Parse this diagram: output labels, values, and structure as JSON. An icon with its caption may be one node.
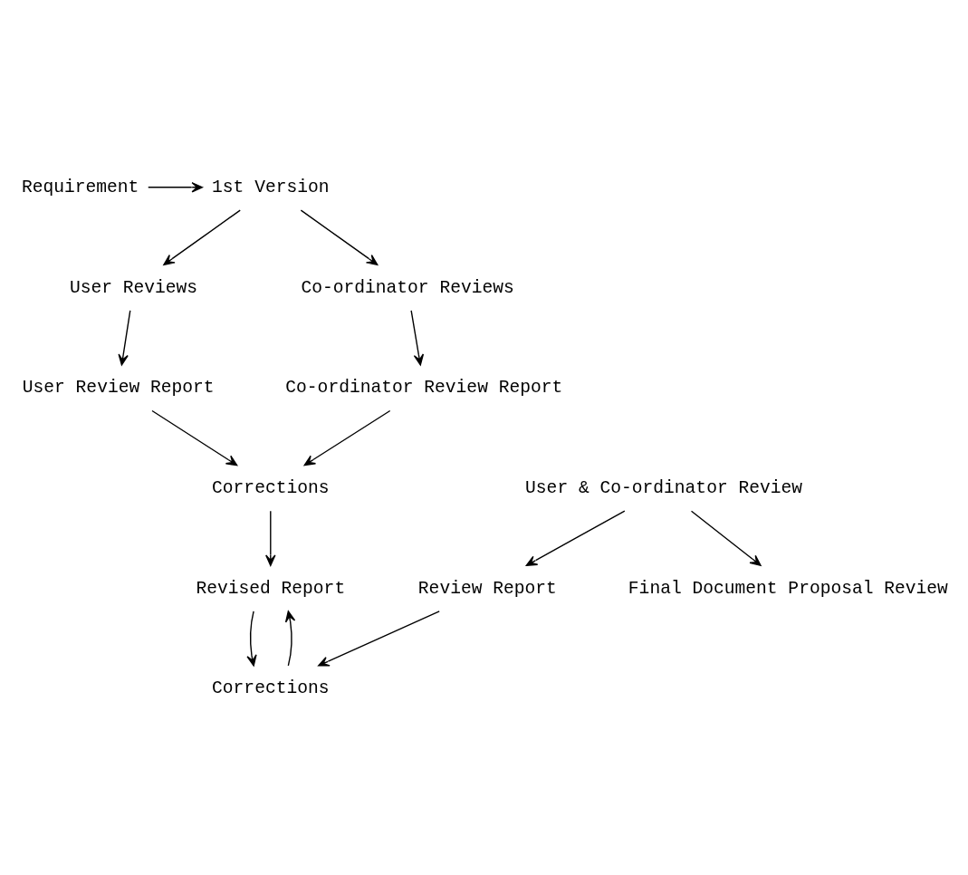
{
  "diagram": {
    "nodes": [
      {
        "text": [
          "Requirement"
        ]
      },
      {
        "text": [
          "1st Version"
        ]
      },
      {
        "text": [
          "User Reviews"
        ]
      },
      {
        "text": [
          "Co-ordinator Reviews"
        ]
      },
      {
        "text": [
          "User Review Report"
        ]
      },
      {
        "text": [
          "Co-ordinator Review Report"
        ]
      },
      {
        "text": [
          "Corrections"
        ]
      },
      {
        "text": [
          "Revised Report"
        ]
      },
      {
        "text": [
          "User & Co-ordinator Review"
        ]
      },
      {
        "text": [
          "Corrections"
        ]
      },
      {
        "text": [
          "Review Report"
        ]
      },
      {
        "text": [
          "Final Document Proposal Review"
        ]
      }
    ],
    "edges": [
      {
        "from": 0,
        "to": 1,
        "arrow": "to"
      },
      {
        "from": 1,
        "to": 2,
        "arrow": "to"
      },
      {
        "from": 1,
        "to": 3,
        "arrow": "to"
      },
      {
        "from": 2,
        "to": 4,
        "arrow": "to"
      },
      {
        "from": 3,
        "to": 5,
        "arrow": "to"
      },
      {
        "from": 4,
        "to": 6,
        "arrow": "to"
      },
      {
        "from": 5,
        "to": 6,
        "arrow": "to"
      },
      {
        "from": 6,
        "to": 7,
        "arrow": "to"
      },
      {
        "from": 7,
        "to": 9,
        "arrow": "to"
      },
      {
        "from": 9,
        "to": 7,
        "arrow": "to"
      },
      {
        "from": 8,
        "to": 10,
        "arrow": "to"
      },
      {
        "from": 8,
        "to": 11,
        "arrow": "to"
      },
      {
        "from": 10,
        "to": 9,
        "arrow": "to"
      }
    ]
  }
}
